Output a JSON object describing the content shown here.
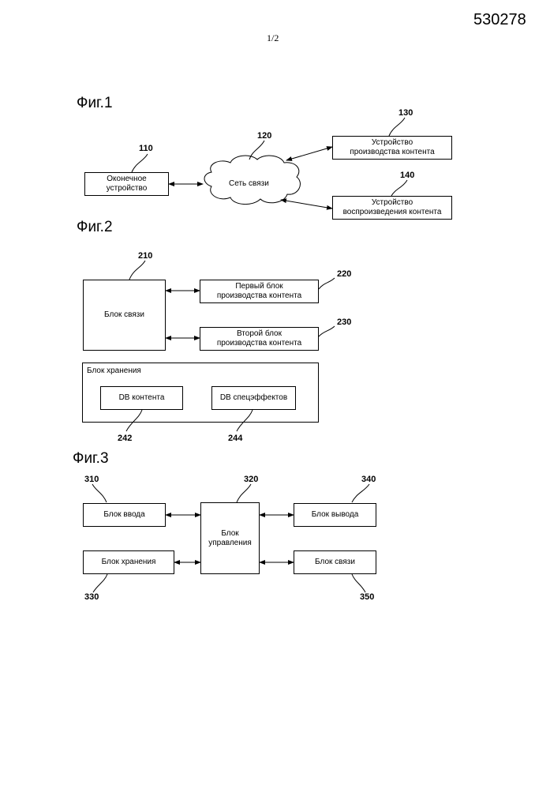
{
  "header": {
    "doc_number": "530278",
    "page": "1/2"
  },
  "fig1": {
    "label": "Фиг.1",
    "terminal": {
      "ref": "110",
      "line1": "Оконечное",
      "line2": "устройство"
    },
    "network": {
      "ref": "120",
      "label": "Сеть связи"
    },
    "producer": {
      "ref": "130",
      "line1": "Устройство",
      "line2": "производства контента"
    },
    "player": {
      "ref": "140",
      "line1": "Устройство",
      "line2": "воспроизведения контента"
    }
  },
  "fig2": {
    "label": "Фиг.2",
    "comm": {
      "ref": "210",
      "label": "Блок связи"
    },
    "first": {
      "ref": "220",
      "line1": "Первый блок",
      "line2": "производства контента"
    },
    "second": {
      "ref": "230",
      "line1": "Второй блок",
      "line2": "производства контента"
    },
    "storage": {
      "label": "Блок хранения"
    },
    "content_db": {
      "ref": "242",
      "label": "DB контента"
    },
    "effects_db": {
      "ref": "244",
      "label": "DB спецэффектов"
    }
  },
  "fig3": {
    "label": "Фиг.3",
    "input": {
      "ref": "310",
      "label": "Блок ввода"
    },
    "control": {
      "ref": "320",
      "line1": "Блок",
      "line2": "управления"
    },
    "storage": {
      "ref": "330",
      "label": "Блок хранения"
    },
    "output": {
      "ref": "340",
      "label": "Блок вывода"
    },
    "comm": {
      "ref": "350",
      "label": "Блок связи"
    }
  }
}
